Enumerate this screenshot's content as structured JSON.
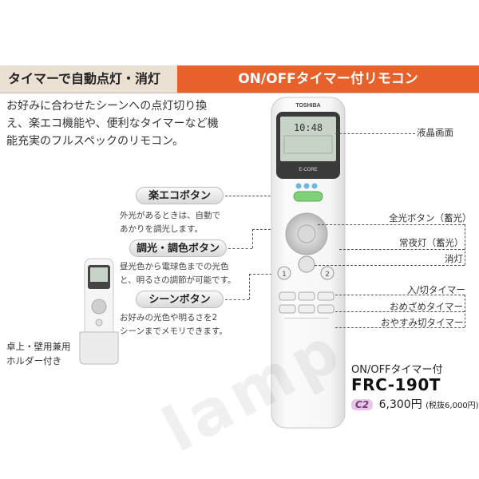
{
  "header": {
    "left_title": "タイマーで自動点灯・消灯",
    "right_title": "ON/OFFタイマー付リモコン"
  },
  "intro": {
    "line1": "お好みに合わせたシーンへの点灯切り換",
    "line2": "え、楽エコ機能や、便利なタイマーなど機",
    "line3": "能充実のフルスペックのリモコン。"
  },
  "features": [
    {
      "title": "楽エコボタン",
      "desc1": "外光があるときは、自動で",
      "desc2": "あかりを調光します。"
    },
    {
      "title": "調光・調色ボタン",
      "desc1": "昼光色から電球色までの光色",
      "desc2": "と、明るさの調節が可能です。"
    },
    {
      "title": "シーンボタン",
      "desc1": "お好みの光色や明るさを2",
      "desc2": "シーンまでメモリできます。"
    }
  ],
  "callouts": {
    "lcd": "液晶画面",
    "full_light": "全光ボタン（蓄光）",
    "night_light": "常夜灯（蓄光）",
    "off": "消灯",
    "onoff_timer": "入/切タイマー",
    "wake_timer": "おめざめタイマー",
    "sleep_timer": "おやすみ切タイマー"
  },
  "remote": {
    "brand": "TOSHIBA",
    "lcd_text": "10:48",
    "ecore": "E-CORE"
  },
  "holder": {
    "line1": "卓上・壁用兼用",
    "line2": "ホルダー付き"
  },
  "product": {
    "model_sub": "ON/OFFタイマー付",
    "model": "FRC-190T",
    "badge": "C2",
    "price": "6,300円",
    "tax": "(税抜6,000円)"
  },
  "watermark": "lamp"
}
